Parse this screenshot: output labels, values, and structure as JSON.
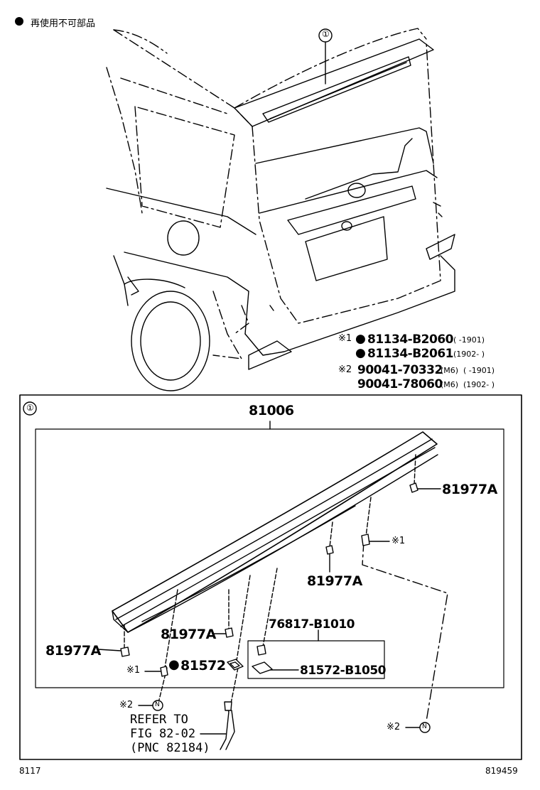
{
  "legend": {
    "symbol": "●",
    "text": "再使用不可部品"
  },
  "top_callout": "①",
  "variants": [
    {
      "mark": "※1",
      "dot": "●",
      "part": "81134-B2060",
      "range": "(      -1901)"
    },
    {
      "mark": "",
      "dot": "●",
      "part": "81134-B2061",
      "range": "(1902-       )"
    },
    {
      "mark": "※2",
      "dot": "",
      "part": "90041-70332",
      "spec": "(M6)",
      "range": "(      -1901)"
    },
    {
      "mark": "",
      "dot": "",
      "part": "90041-78060",
      "spec": "(M6)",
      "range": "(1902-       )"
    }
  ],
  "detail": {
    "callout": "①",
    "assembly_part": "81006",
    "labels": {
      "clip_right": "81977A",
      "clip_center": "81977A",
      "clip_mid": "81977A",
      "clip_left": "81977A",
      "note1_right": "※1",
      "note1_left": "※1",
      "gasket_dot": "●",
      "gasket": "81572",
      "socket": "76817-B1010",
      "gasket2": "81572-B1050",
      "note2_left": "※2",
      "nut_left": "N",
      "note2_right": "※2",
      "nut_right": "N"
    },
    "refer": [
      "REFER TO",
      "FIG 82-02",
      "(PNC 82184)"
    ]
  },
  "footer": {
    "left": "8117",
    "right": "819459"
  }
}
